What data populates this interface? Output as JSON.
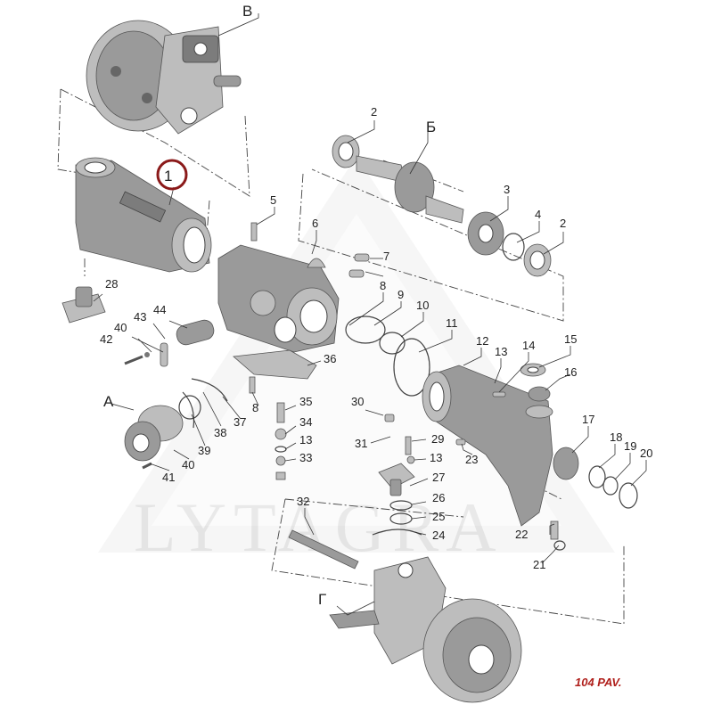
{
  "watermark": "LYTAGRA",
  "page_ref": "104 PAV.",
  "highlight_color": "#8b1a1a",
  "accent_red": "#b0201c",
  "views": {
    "a": "А",
    "b": "Б",
    "v": "В",
    "g": "Г"
  },
  "callouts": {
    "c1": "1",
    "c2a": "2",
    "c2b": "2",
    "c3": "3",
    "c4": "4",
    "c5": "5",
    "c6": "6",
    "c7": "7",
    "c8": "8",
    "c8b": "8",
    "c9": "9",
    "c10": "10",
    "c11": "11",
    "c12": "12",
    "c13a": "13",
    "c13b": "13",
    "c13c": "13",
    "c14": "14",
    "c15": "15",
    "c16": "16",
    "c17": "17",
    "c18": "18",
    "c19": "19",
    "c20": "20",
    "c21": "21",
    "c22": "22",
    "c23": "23",
    "c24": "24",
    "c25": "25",
    "c26": "26",
    "c27": "27",
    "c28": "28",
    "c29": "29",
    "c30": "30",
    "c31": "31",
    "c32": "32",
    "c33": "33",
    "c34": "34",
    "c35": "35",
    "c36": "36",
    "c37": "37",
    "c38": "38",
    "c39": "39",
    "c40a": "40",
    "c40b": "40",
    "c41": "41",
    "c42": "42",
    "c43": "43",
    "c44": "44"
  }
}
